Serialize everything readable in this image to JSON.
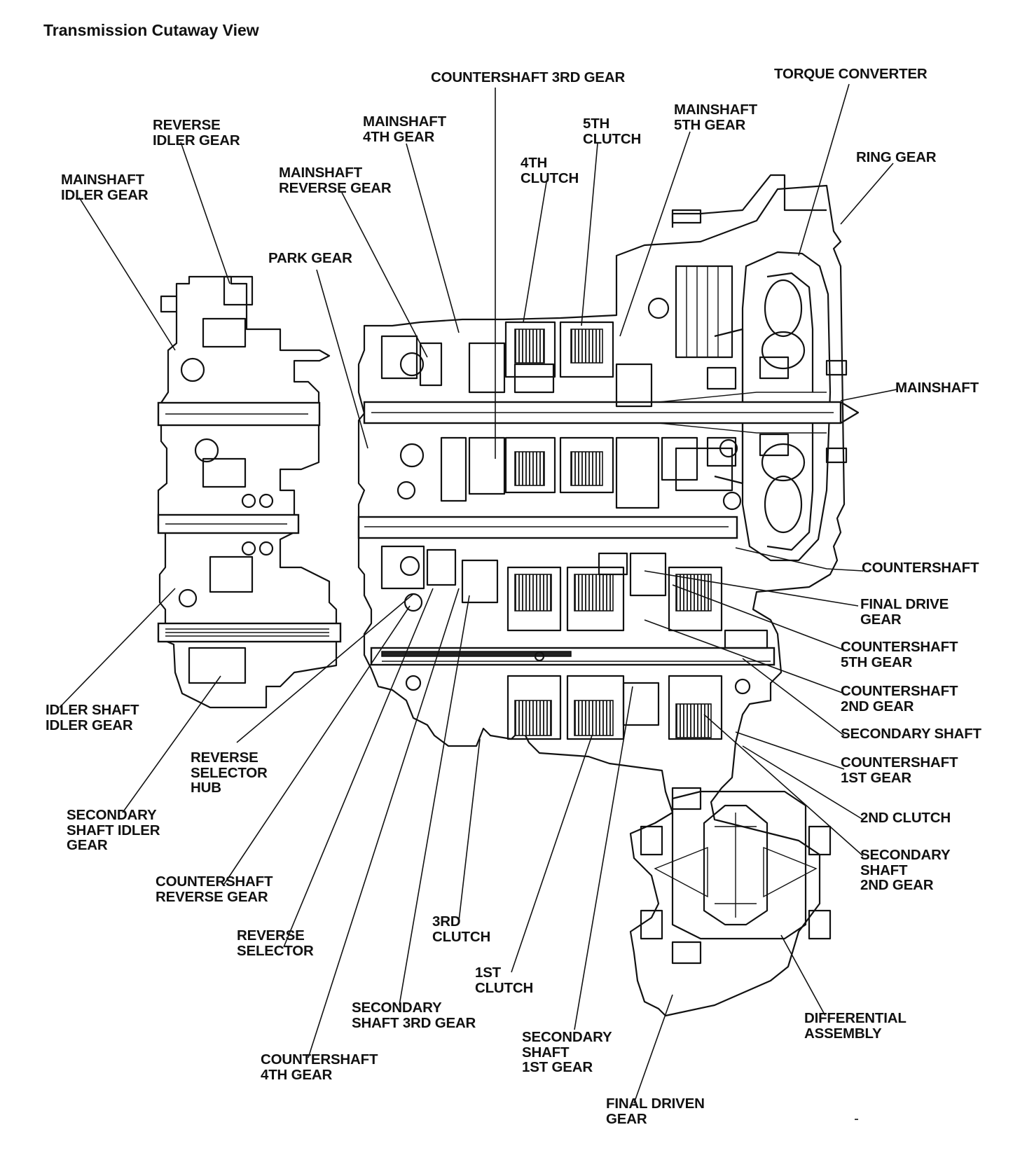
{
  "title": "Transmission Cutaway View",
  "labels": {
    "countershaft_3rd_gear": [
      "COUNTERSHAFT 3RD GEAR"
    ],
    "torque_converter": [
      "TORQUE CONVERTER"
    ],
    "reverse_idler_gear": [
      "REVERSE",
      "IDLER GEAR"
    ],
    "mainshaft_4th_gear": [
      "MAINSHAFT",
      "4TH GEAR"
    ],
    "fifth_clutch": [
      "5TH",
      "CLUTCH"
    ],
    "mainshaft_5th_gear": [
      "MAINSHAFT",
      "5TH GEAR"
    ],
    "ring_gear": [
      "RING GEAR"
    ],
    "mainshaft_idler_gear": [
      "MAINSHAFT",
      "IDLER GEAR"
    ],
    "mainshaft_reverse_gear": [
      "MAINSHAFT",
      "REVERSE GEAR"
    ],
    "fourth_clutch": [
      "4TH",
      "CLUTCH"
    ],
    "park_gear": [
      "PARK GEAR"
    ],
    "mainshaft": [
      "MAINSHAFT"
    ],
    "countershaft": [
      "COUNTERSHAFT"
    ],
    "final_drive_gear": [
      "FINAL DRIVE",
      "GEAR"
    ],
    "countershaft_5th_gear": [
      "COUNTERSHAFT",
      "5TH GEAR"
    ],
    "countershaft_2nd_gear": [
      "COUNTERSHAFT",
      "2ND GEAR"
    ],
    "secondary_shaft": [
      "SECONDARY SHAFT"
    ],
    "countershaft_1st_gear": [
      "COUNTERSHAFT",
      "1ST GEAR"
    ],
    "second_clutch": [
      "2ND CLUTCH"
    ],
    "secondary_shaft_2nd_gear": [
      "SECONDARY",
      "SHAFT",
      "2ND GEAR"
    ],
    "idler_shaft_idler_gear": [
      "IDLER SHAFT",
      "IDLER GEAR"
    ],
    "reverse_selector_hub": [
      "REVERSE",
      "SELECTOR",
      "HUB"
    ],
    "secondary_shaft_idler_gear": [
      "SECONDARY",
      "SHAFT IDLER",
      "GEAR"
    ],
    "countershaft_reverse_gear": [
      "COUNTERSHAFT",
      "REVERSE GEAR"
    ],
    "reverse_selector": [
      "REVERSE",
      "SELECTOR"
    ],
    "third_clutch": [
      "3RD",
      "CLUTCH"
    ],
    "first_clutch": [
      "1ST",
      "CLUTCH"
    ],
    "secondary_shaft_3rd_gear": [
      "SECONDARY",
      "SHAFT 3RD GEAR"
    ],
    "differential_assembly": [
      "DIFFERENTIAL",
      "ASSEMBLY"
    ],
    "secondary_shaft_1st_gear": [
      "SECONDARY",
      "SHAFT",
      "1ST GEAR"
    ],
    "countershaft_4th_gear": [
      "COUNTERSHAFT",
      "4TH GEAR"
    ],
    "final_driven_gear": [
      "FINAL DRIVEN",
      "GEAR"
    ]
  }
}
